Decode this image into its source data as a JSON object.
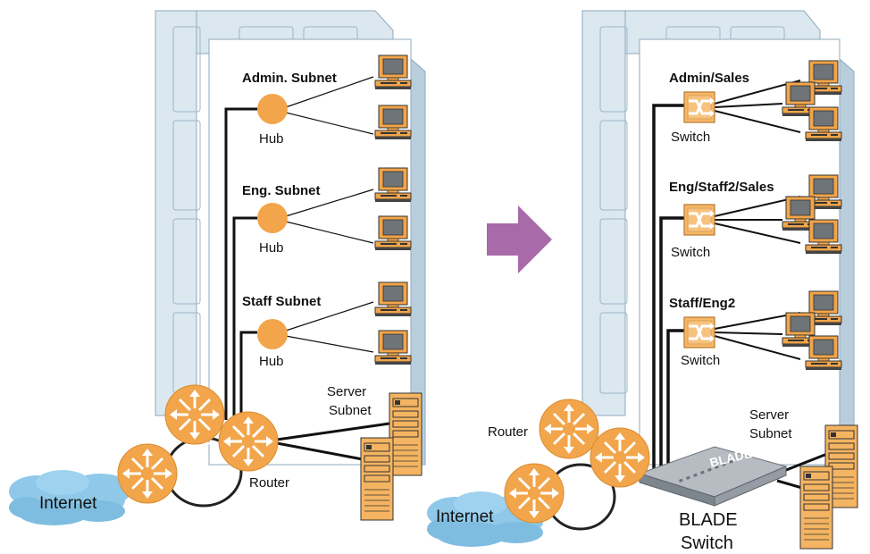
{
  "colors": {
    "building_back": "#dbe8f0",
    "building_edge": "#8fa9bb",
    "hub": "#f2a54a",
    "router": "#f2a54a",
    "arrow": "#a86aa8",
    "cloud": "#8fc8e8",
    "switch_body": "#9aa3ab"
  },
  "left": {
    "subnets": [
      {
        "title": "Admin. Subnet",
        "device": "Hub"
      },
      {
        "title": "Eng. Subnet",
        "device": "Hub"
      },
      {
        "title": "Staff Subnet",
        "device": "Hub"
      }
    ],
    "server_label_line1": "Server",
    "server_label_line2": "Subnet",
    "router_label": "Router",
    "internet_label": "Internet"
  },
  "right": {
    "subnets": [
      {
        "title": "Admin/Sales",
        "device": "Switch"
      },
      {
        "title": "Eng/Staff2/Sales",
        "device": "Switch"
      },
      {
        "title": "Staff/Eng2",
        "device": "Switch"
      }
    ],
    "server_label_line1": "Server",
    "server_label_line2": "Subnet",
    "router_label": "Router",
    "internet_label": "Internet",
    "blade_label_line1": "BLADE",
    "blade_label_line2": "Switch",
    "blade_logo": "BLADE"
  },
  "icons": [
    "hub-icon",
    "switch-icon",
    "router-icon",
    "computer-icon",
    "server-icon",
    "cloud-icon",
    "transition-arrow-icon",
    "blade-switch-icon"
  ]
}
